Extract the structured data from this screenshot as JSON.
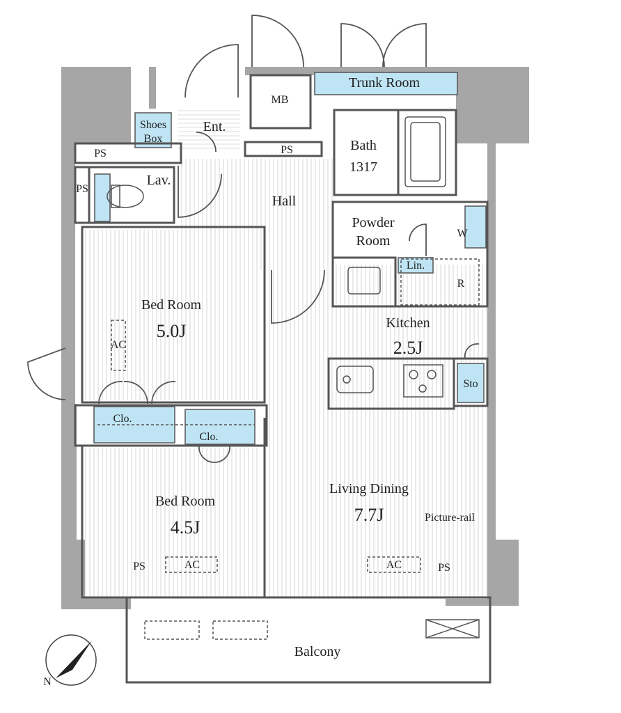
{
  "rooms": {
    "trunk_room": "Trunk Room",
    "mb": "MB",
    "shoes_box_line1": "Shoes",
    "shoes_box_line2": "Box",
    "entrance": "Ent.",
    "ps_top_left": "PS",
    "ps_hall": "PS",
    "ps_left_vertical": "PS",
    "lavatory": "Lav.",
    "hall": "Hall",
    "bath": "Bath",
    "bath_code": "1317",
    "powder_room_line1": "Powder",
    "powder_room_line2": "Room",
    "washer": "W",
    "linen": "Lin.",
    "refrigerator": "R",
    "kitchen": "Kitchen",
    "kitchen_size": "2.5J",
    "storage": "Sto",
    "bed_room_1": "Bed Room",
    "bed_room_1_size": "5.0J",
    "ac_bed1": "AC",
    "closet_1": "Clo.",
    "closet_2": "Clo.",
    "bed_room_2": "Bed Room",
    "bed_room_2_size": "4.5J",
    "ac_bed2": "AC",
    "living_dining": "Living Dining",
    "living_dining_size": "7.7J",
    "picture_rail": "Picture-rail",
    "ac_living": "AC",
    "ps_bottom_left": "PS",
    "ps_bottom_right": "PS",
    "balcony": "Balcony",
    "north": "N"
  },
  "colors": {
    "wall": "#a6a6a6",
    "storage_blue": "#bfe4f4",
    "line": "#555555",
    "floor_stripe": "#d8d8d8"
  }
}
